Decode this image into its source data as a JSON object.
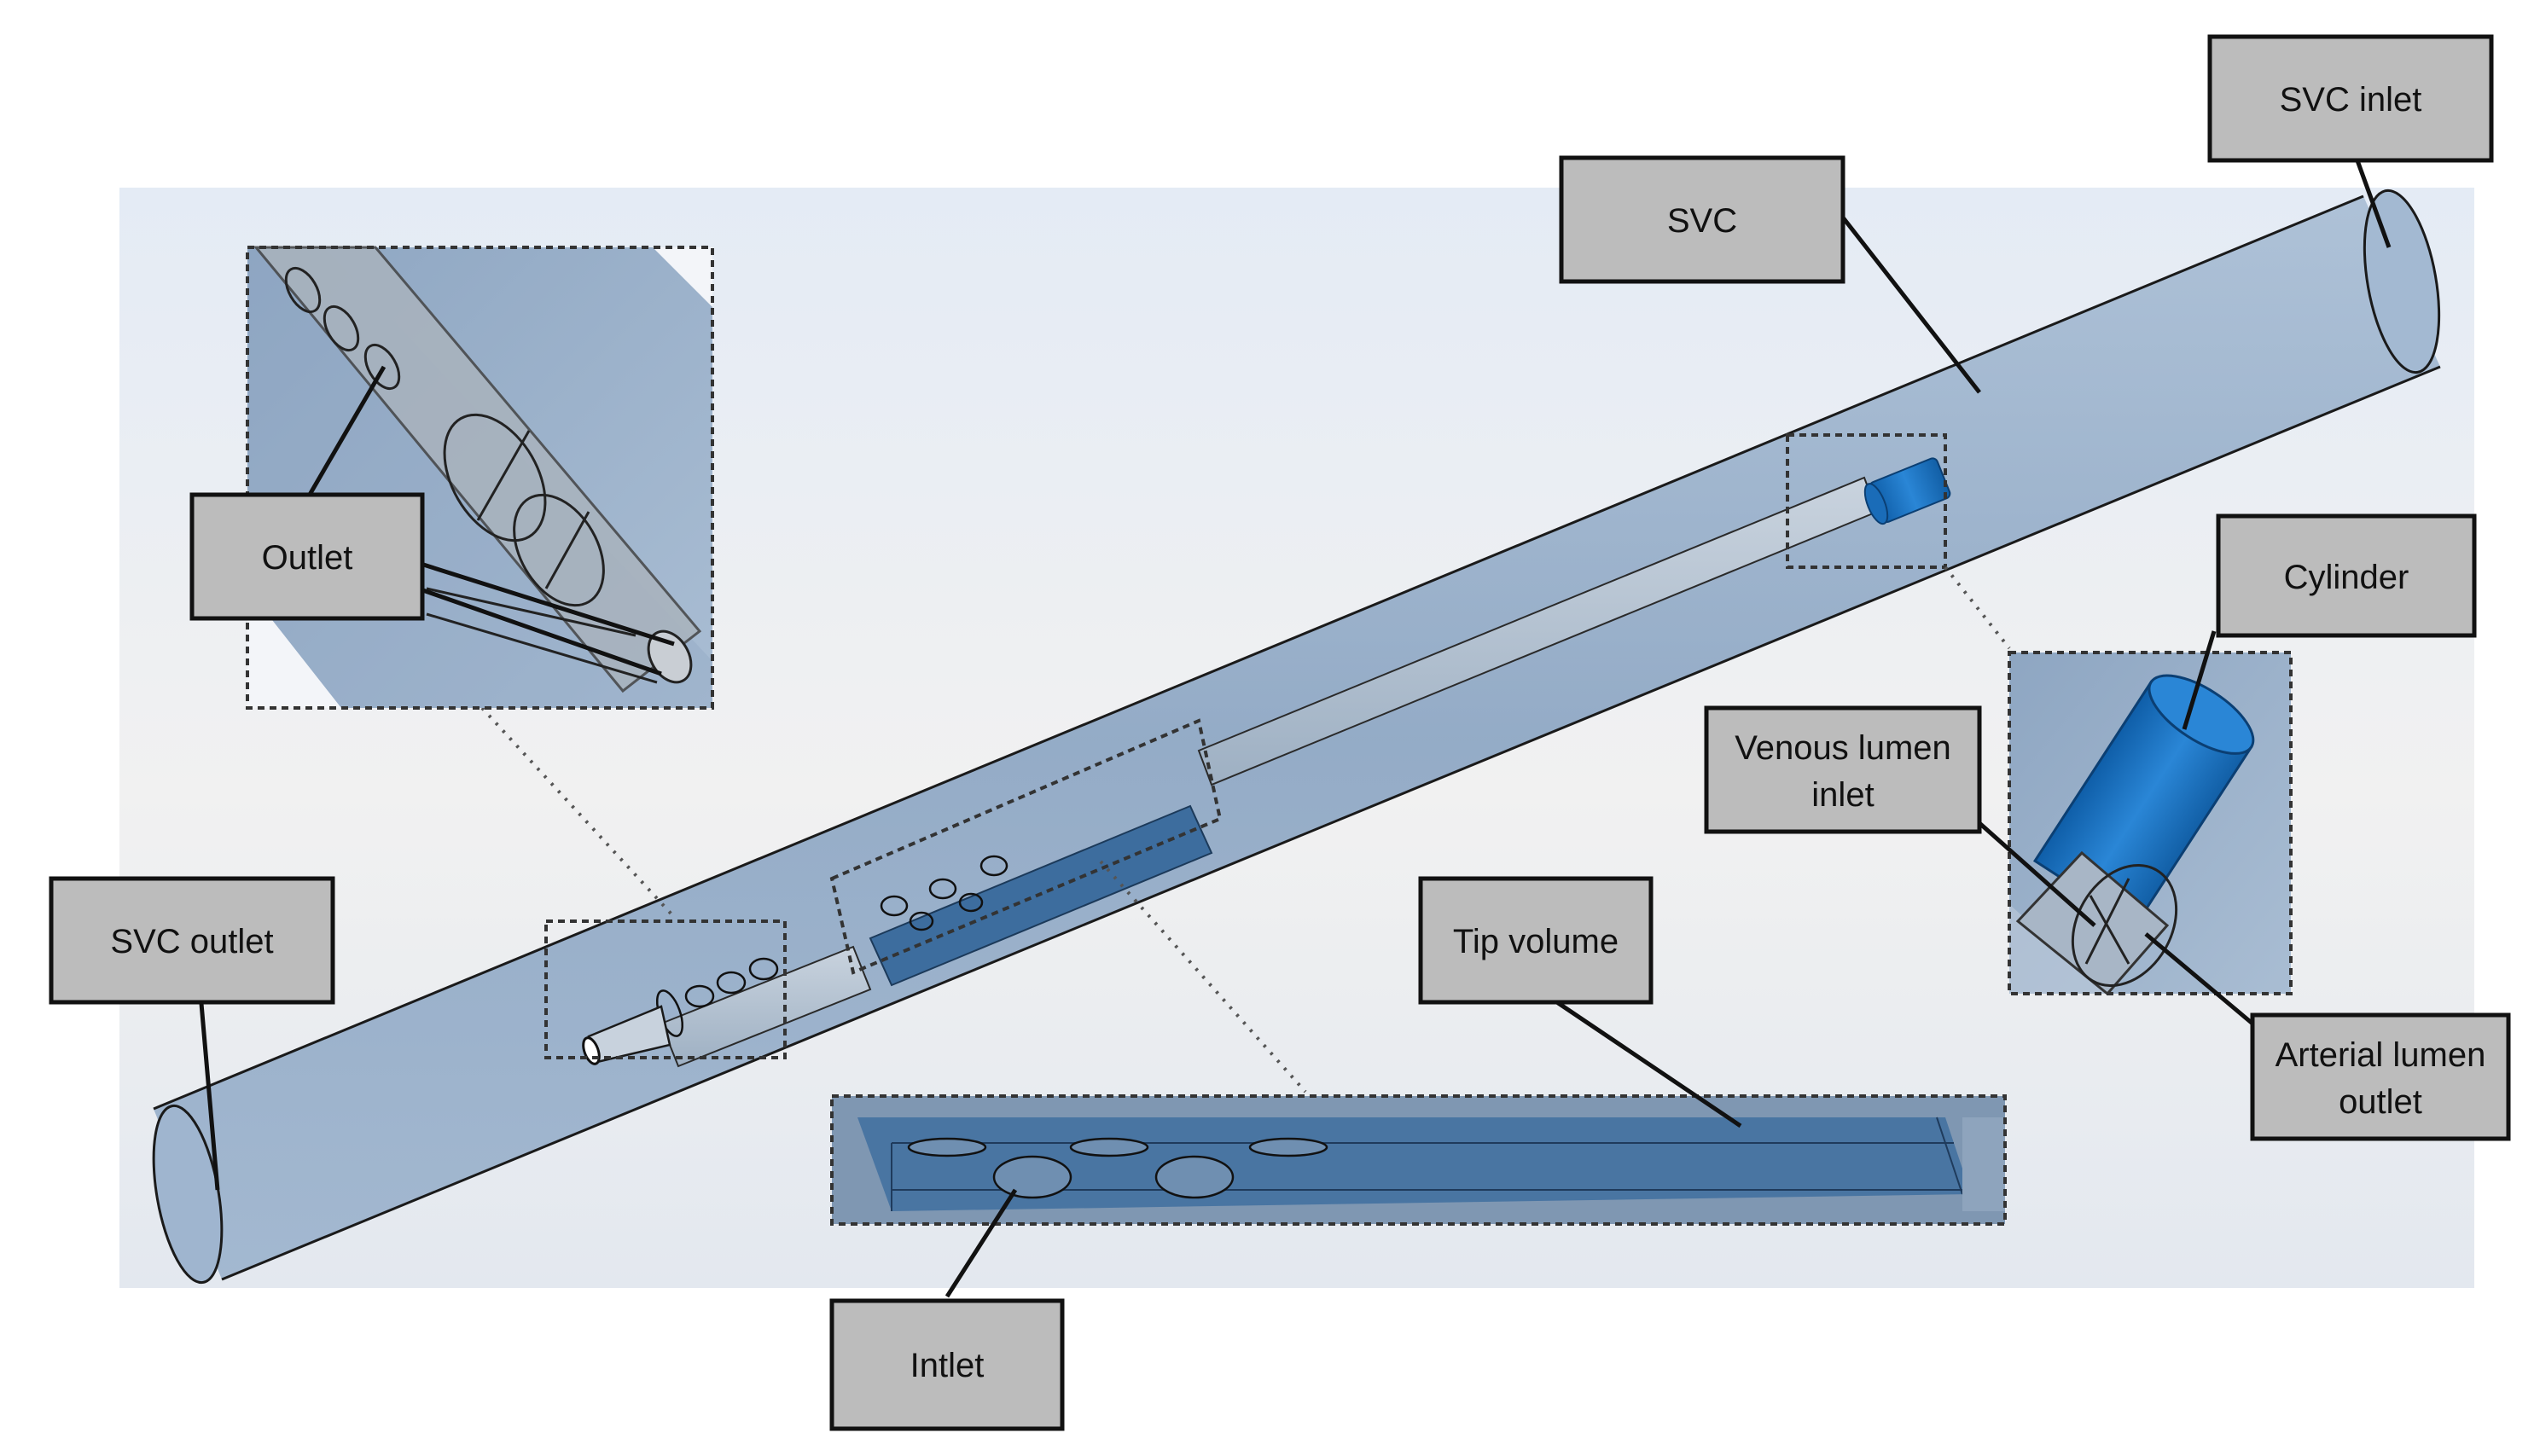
{
  "labels": {
    "svc_inlet": "SVC inlet",
    "svc": "SVC",
    "outlet": "Outlet",
    "cylinder": "Cylinder",
    "venous_lumen_inlet_line1": "Venous lumen",
    "venous_lumen_inlet_line2": "inlet",
    "svc_outlet": "SVC outlet",
    "tip_volume": "Tip volume",
    "arterial_lumen_outlet_line1": "Arterial lumen",
    "arterial_lumen_outlet_line2": "outlet",
    "intlet": "Intlet"
  },
  "colors": {
    "vessel_fill": "#8fa9c6",
    "vessel_stroke": "#1a1a1a",
    "label_box_fill": "#bdbdbd",
    "label_box_stroke": "#1a1a1a",
    "cylinder_blue": "#1f6fbf",
    "tip_volume_blue": "#3f6f9f",
    "inset_fill": "#9fb6cf",
    "background_gradient_top": "#e9eef6",
    "background_gradient_mid": "#f4f4f4"
  }
}
